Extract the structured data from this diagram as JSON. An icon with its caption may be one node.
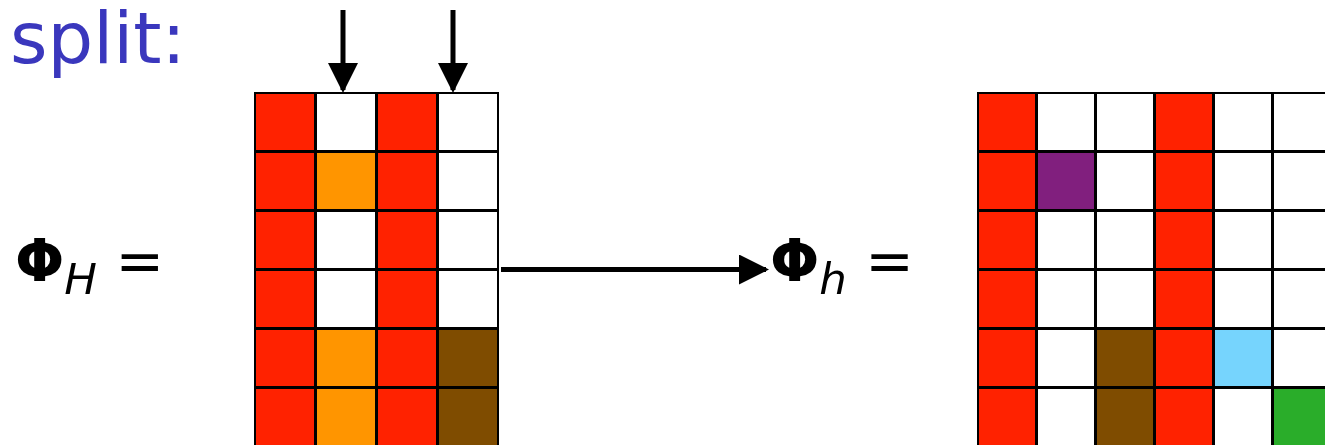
{
  "diagram": {
    "title": "split:",
    "nodes": [
      {
        "text": [],
        "shape": "grid",
        "beside": [
          "**Φ**$_{H}$ ="
        ]
      },
      {
        "text": [],
        "shape": "grid",
        "beside": [
          "**Φ**$_{h}$ ="
        ]
      }
    ],
    "edges": [
      {
        "from": null,
        "to": 0,
        "arrow": "to"
      },
      {
        "from": null,
        "to": 0,
        "arrow": "to"
      },
      {
        "from": 0,
        "to": 1,
        "arrow": "to"
      }
    ]
  }
}
